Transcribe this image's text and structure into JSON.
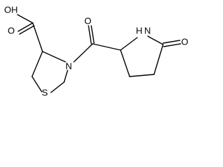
{
  "molecule": {
    "atoms": {
      "oh": "OH",
      "o_acid": "O",
      "o_amide": "O",
      "o_lactam": "O",
      "n_ring": "N",
      "nh": "H N",
      "s": "S"
    }
  },
  "colors": {
    "bond": "#000000",
    "background": "#ffffff"
  }
}
